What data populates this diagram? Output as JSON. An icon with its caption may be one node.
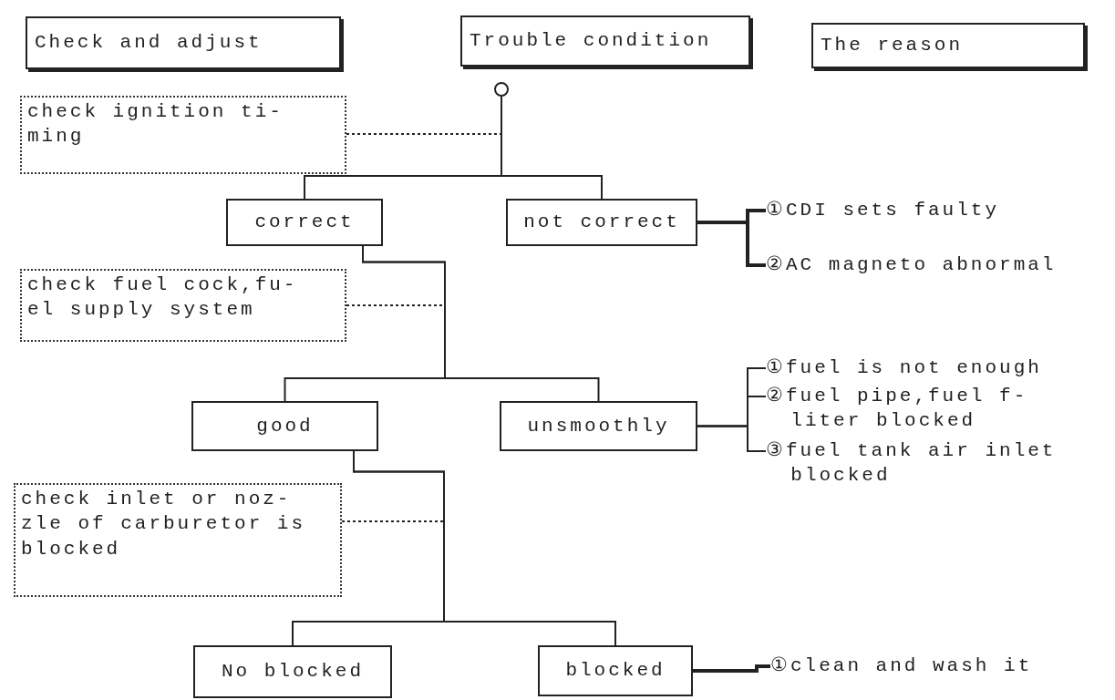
{
  "diagram": {
    "nodes": [
      {
        "text": [
          "Check and adjust"
        ]
      },
      {
        "text": [
          "Trouble condition"
        ]
      },
      {
        "text": [
          "The reason"
        ]
      },
      {
        "text": [],
        "shape": "circle"
      },
      {
        "text": [
          "check ignition ti- ming"
        ]
      },
      {
        "text": [
          "correct"
        ]
      },
      {
        "text": [
          "not correct"
        ]
      },
      {
        "text": [
          "①CDI sets faulty"
        ]
      },
      {
        "text": [
          "②AC magneto abnormal"
        ]
      },
      {
        "text": [
          "check fuel cock,fu- el supply system"
        ]
      },
      {
        "text": [
          "good"
        ]
      },
      {
        "text": [
          "unsmoothly"
        ]
      },
      {
        "text": [
          "①fuel is not enough"
        ]
      },
      {
        "text": [
          "②fuel pipe,fuel f- liter blocked"
        ]
      },
      {
        "text": [
          "③fuel tank air inlet blocked"
        ]
      },
      {
        "text": [
          "check inlet or noz- zle of carburetor is blocked"
        ]
      },
      {
        "text": [
          "No blocked"
        ]
      },
      {
        "text": [
          "blocked"
        ]
      },
      {
        "text": [
          "①clean and wash it"
        ]
      }
    ],
    "edges": [
      {
        "from": 3,
        "to": 5,
        "arrow": "none"
      },
      {
        "from": 3,
        "to": 6,
        "arrow": "none"
      },
      {
        "from": 4,
        "to": null,
        "arrow": "none",
        "style": "dashed"
      },
      {
        "from": 6,
        "to": 7,
        "arrow": "none",
        "style": "thick"
      },
      {
        "from": 6,
        "to": 8,
        "arrow": "none",
        "style": "thick"
      },
      {
        "from": 5,
        "to": 10,
        "arrow": "none"
      },
      {
        "from": 5,
        "to": 11,
        "arrow": "none"
      },
      {
        "from": 9,
        "to": null,
        "arrow": "none",
        "style": "dashed"
      },
      {
        "from": 11,
        "to": 12,
        "arrow": "none"
      },
      {
        "from": 11,
        "to": 13,
        "arrow": "none"
      },
      {
        "from": 11,
        "to": 14,
        "arrow": "none"
      },
      {
        "from": 10,
        "to": 16,
        "arrow": "none"
      },
      {
        "from": 10,
        "to": 17,
        "arrow": "none"
      },
      {
        "from": 15,
        "to": null,
        "arrow": "none",
        "style": "dashed"
      },
      {
        "from": 17,
        "to": 18,
        "arrow": "none",
        "style": "thick"
      }
    ]
  }
}
